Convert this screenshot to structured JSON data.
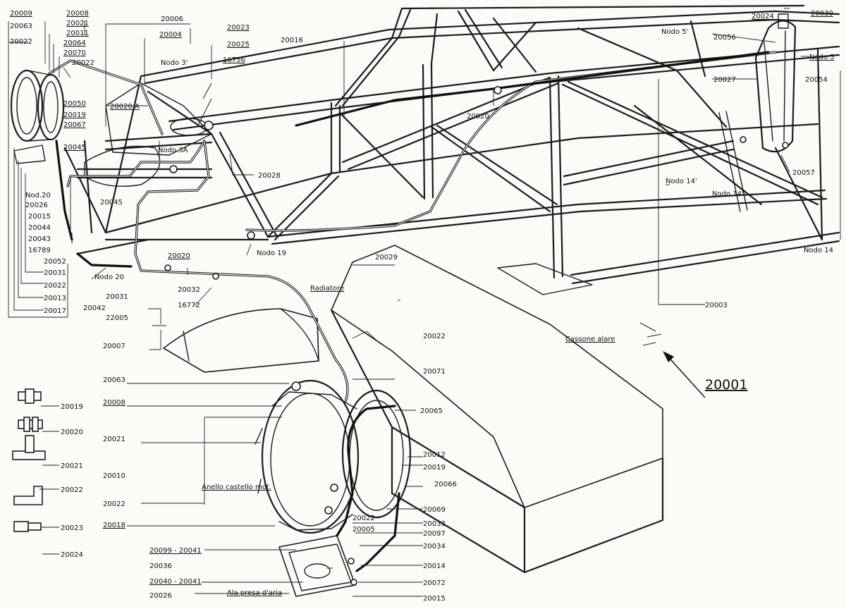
{
  "labels": {
    "l_20009": "20009",
    "l_20008": "20008",
    "l_20063": "20063",
    "l_20021": "20021",
    "l_20011": "20011",
    "l_20064": "20064",
    "l_20022": "20022",
    "l_20070": "20070",
    "l_20022b": "20022",
    "l_20050": "20050",
    "l_20019": "20019",
    "l_20067": "20067",
    "l_20045": "20045",
    "l_nodo20a": "Nod.20",
    "l_20026": "20026",
    "l_20015": "20015",
    "l_20044": "20044",
    "l_20043": "20043",
    "l_16789": "16789",
    "l_20052": "20052",
    "l_20031": "20031",
    "l_20022c": "20022",
    "l_20013": "20013",
    "l_20017": "20017",
    "l_20006": "20006",
    "l_20004": "20004",
    "l_nodo3": "Nodo 3'",
    "l_20020a": "20020.A",
    "l_20023": "20023",
    "l_20025": "20025",
    "l_16756": "16756",
    "l_nodo3a": "Nodo 3A",
    "l_20028": "20028",
    "l_20045b": "20045",
    "l_20016": "20016",
    "l_20020b": "20020",
    "l_nodo19": "Nodo 19",
    "l_20029": "20029",
    "l_20020c": "20020",
    "l_nodo20": "Nodo 20",
    "l_20031b": "20031",
    "l_20042": "20042",
    "l_22005": "22005",
    "l_20032": "20032",
    "l_16772": "16772",
    "l_20007": "20007",
    "l_radiatore": "Radiatore",
    "l_20024": "20024",
    "l_20030": "20030",
    "l_nodo5p": "Nodo 5'",
    "l_20056": "20056",
    "l_nodo5": "Nodo 5",
    "l_20027": "20027",
    "l_20054": "20054",
    "l_20057": "20057",
    "l_nodo14p": "Nodo 14'",
    "l_nodo14pp": "Nodo 14\"",
    "l_nodo14": "Nodo 14",
    "l_20003": "20003",
    "l_cassone": "Cassone alare",
    "l_20001": "20001",
    "l_20022d": "20022",
    "l_20071": "20071",
    "l_20063b": "20063",
    "l_20008b": "20008",
    "l_20065": "20065",
    "l_20021b": "20021",
    "l_20012": "20012",
    "l_20010": "20010",
    "l_20019b": "20019",
    "l_anello": "Anello castello mot.",
    "l_20066": "20066",
    "l_20022e": "20022",
    "l_20069": "20069",
    "l_20018": "20018",
    "l_20022f": "20022",
    "l_20033": "20033",
    "l_20005": "20005",
    "l_20097": "20097",
    "l_20099": "20099 - 20041",
    "l_20034": "20034",
    "l_20036": "20036",
    "l_20014": "20014",
    "l_20040": "20040 - 20041",
    "l_20072": "20072",
    "l_alapresa": "Ala presa d'aria",
    "l_20026b": "20026",
    "l_20015b": "20015"
  },
  "fittings_legend": [
    {
      "label": "20019",
      "icon": "straight-coupling-icon"
    },
    {
      "label": "20020",
      "icon": "inline-union-icon"
    },
    {
      "label": "20021",
      "icon": "tee-fitting-icon"
    },
    {
      "label": "20022",
      "icon": "elbow-fitting-icon"
    },
    {
      "label": "20023",
      "icon": "reducer-fitting-icon"
    },
    {
      "label": "20024",
      "icon": "end-plug-icon"
    }
  ]
}
